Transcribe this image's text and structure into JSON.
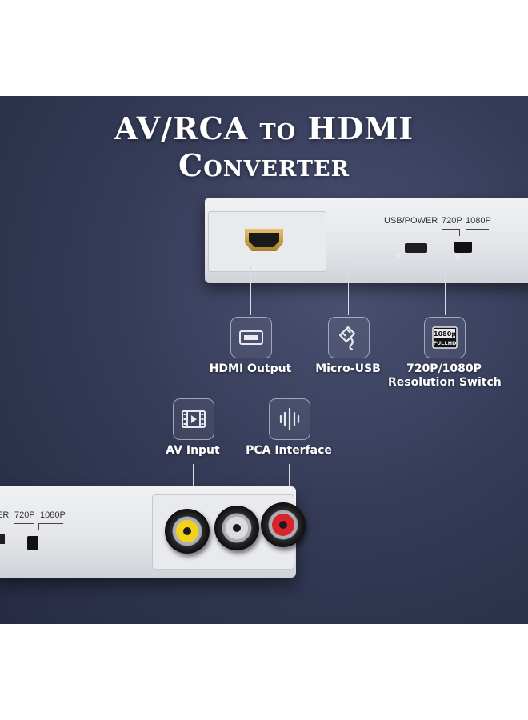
{
  "title": {
    "line1": "AV/RCA to HDMI",
    "line2": "Converter"
  },
  "device_top": {
    "port_labels": {
      "usb_power": "USB/POWER",
      "p720": "720P",
      "p1080": "1080P"
    }
  },
  "device_bottom": {
    "port_labels": {
      "usb_power_partial": "ER",
      "p720": "720P",
      "p1080": "1080P"
    },
    "rca_colors": [
      "#f3d21a",
      "#dcdcdc",
      "#d8232a"
    ]
  },
  "features": [
    {
      "label": "HDMI Output",
      "icon": "hdmi-port-icon"
    },
    {
      "label": "Micro-USB",
      "icon": "power-plug-icon"
    },
    {
      "label_line1": "720P/1080P",
      "label_line2": "Resolution Switch",
      "icon": "1080p-fullhd-icon",
      "icon_text_top": "1080p",
      "icon_text_bottom": "FULLHD"
    },
    {
      "label": "AV Input",
      "icon": "video-film-icon"
    },
    {
      "label": "PCA Interface",
      "icon": "audio-wave-icon"
    }
  ],
  "colors": {
    "background": "#2f3450",
    "text": "#ffffff",
    "device": "#e6e7ea",
    "hdmi_gold": "#c9a24a"
  }
}
